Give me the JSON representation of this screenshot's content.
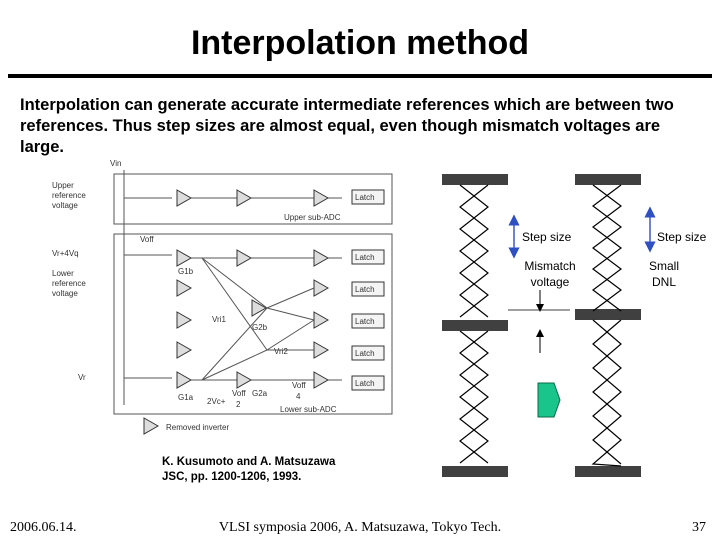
{
  "slide": {
    "title": "Interpolation method",
    "intro": "Interpolation can generate accurate intermediate references which are between two references. Thus step sizes are almost equal, even though mismatch voltages are large.",
    "citation_line1": "K. Kusumoto and A. Matsuzawa",
    "citation_line2": "JSC, pp. 1200-1206, 1993."
  },
  "circuit": {
    "vin": "Vin",
    "upper_ref": [
      "Upper",
      "reference",
      "voltage"
    ],
    "vr_4vq": "Vr+4Vq",
    "lower_ref": [
      "Lower",
      "reference",
      "voltage"
    ],
    "vr": "Vr",
    "voff": "Voff",
    "upper_adc": "Upper sub-ADC",
    "lower_adc": "Lower sub-ADC",
    "latch": "Latch",
    "g1b": "G1b",
    "g1a": "G1a",
    "g2a": "G2a",
    "g2b": "G2b",
    "vri1": "Vri1",
    "vri2": "Vri2",
    "vc": "2Vc+",
    "voff2_num": "Voff",
    "voff2_den": "2",
    "voff4_num": "Voff",
    "voff4_den": "4",
    "removed": "Removed inverter"
  },
  "ladders": {
    "left": {
      "step_size": "Step size",
      "mismatch": [
        "Mismatch",
        "voltage"
      ]
    },
    "right": {
      "step_size": "Step size",
      "small_dnl": [
        "Small",
        "DNL"
      ]
    }
  },
  "colors": {
    "bar": "#404040",
    "arrow": "#2e50c0",
    "green_arrow": "#19c58a"
  },
  "footer": {
    "date": "2006.06.14.",
    "center": "VLSI symposia 2006,  A. Matsuzawa, Tokyo Tech.",
    "page": "37"
  }
}
